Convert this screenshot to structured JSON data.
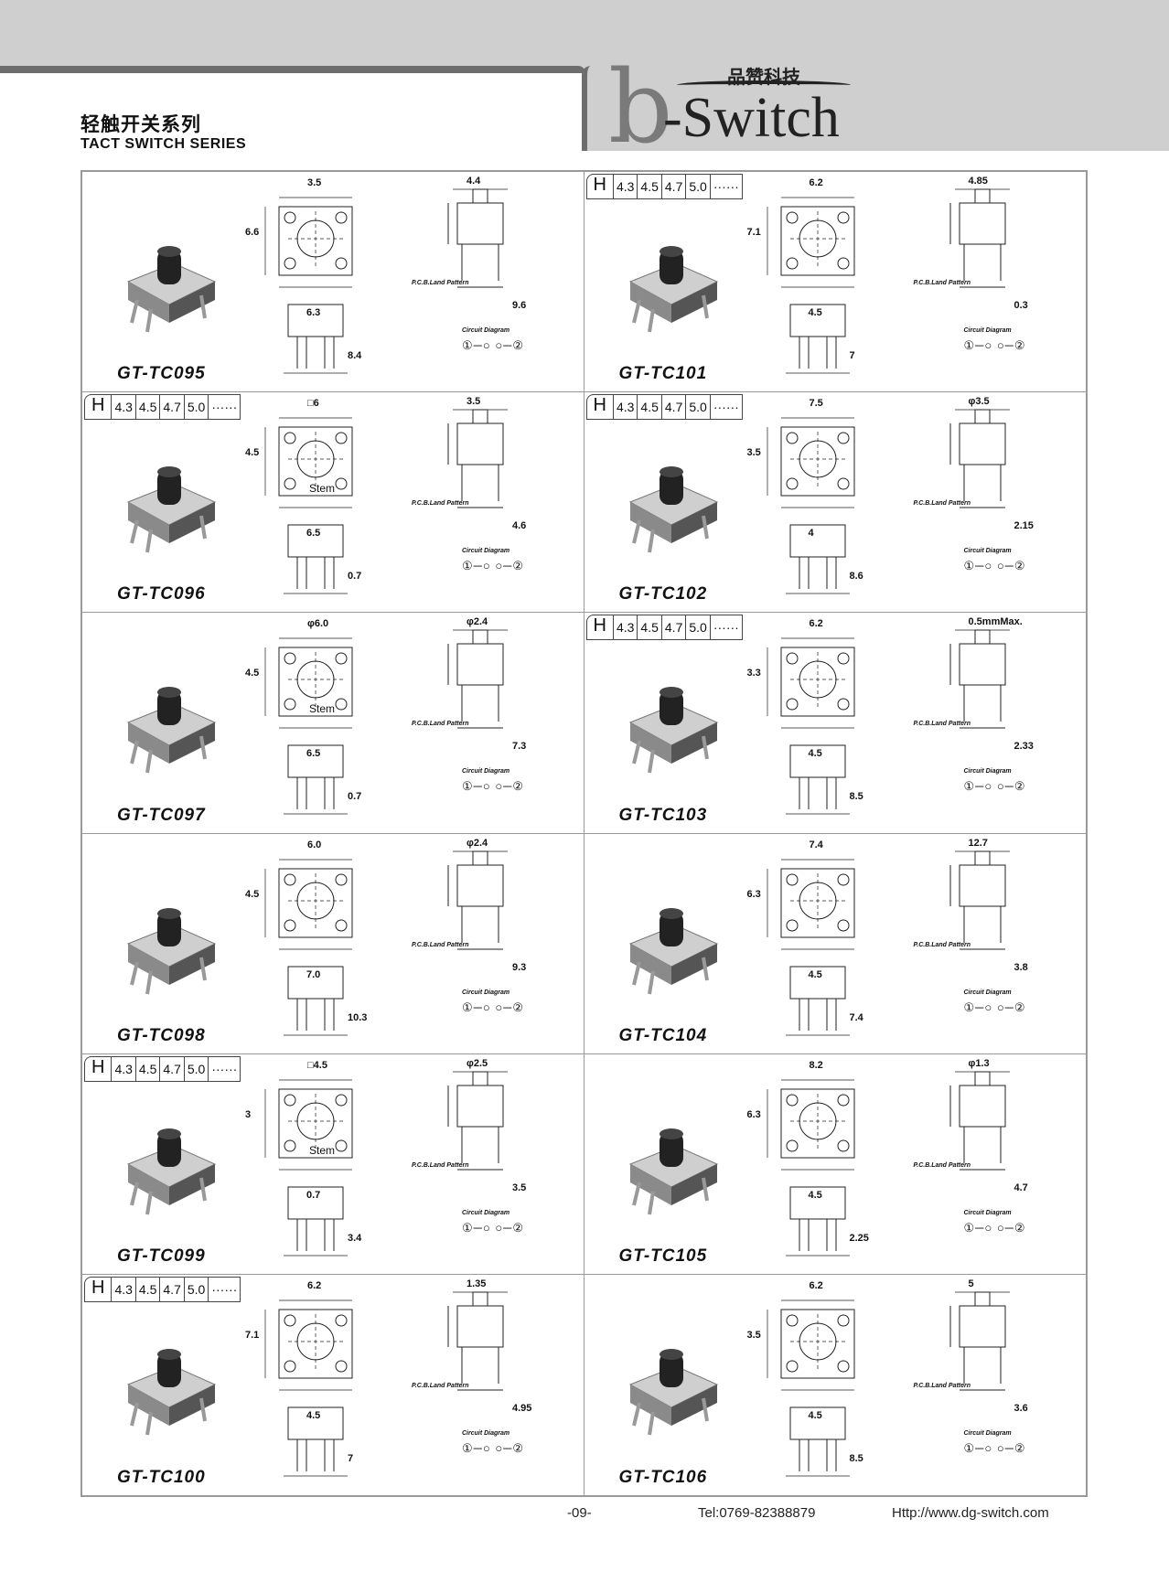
{
  "header": {
    "title_cn": "轻触开关系列",
    "title_en": "TACT SWITCH SERIES",
    "logo_cn": "品赞科技",
    "logo_word": "-Switch",
    "logo_letter": "b"
  },
  "labels": {
    "circuit": "Circuit Diagram",
    "pcb": "P.C.B.Land Pattern",
    "stem": "Stem",
    "circuit_symbol": "①─○ ○─②"
  },
  "h_table": [
    "H",
    "4.3",
    "4.5",
    "4.7",
    "5.0",
    "······"
  ],
  "products": [
    {
      "model": "GT-TC095",
      "h": false,
      "stem": false,
      "dims": [
        "3.5",
        "6.6",
        "6.3",
        "8.4",
        "4.4",
        "9.6"
      ]
    },
    {
      "model": "GT-TC101",
      "h": true,
      "stem": false,
      "dims": [
        "6.2",
        "7.1",
        "4.5",
        "7",
        "4.85",
        "0.3"
      ]
    },
    {
      "model": "GT-TC096",
      "h": true,
      "stem": true,
      "dims": [
        "□6",
        "4.5",
        "6.5",
        "0.7",
        "3.5",
        "4.6"
      ]
    },
    {
      "model": "GT-TC102",
      "h": true,
      "stem": false,
      "dims": [
        "7.5",
        "3.5",
        "4",
        "8.6",
        "φ3.5",
        "2.15"
      ]
    },
    {
      "model": "GT-TC097",
      "h": false,
      "stem": true,
      "dims": [
        "φ6.0",
        "4.5",
        "6.5",
        "0.7",
        "φ2.4",
        "7.3"
      ]
    },
    {
      "model": "GT-TC103",
      "h": true,
      "stem": false,
      "dims": [
        "6.2",
        "3.3",
        "4.5",
        "8.5",
        "0.5mmMax.",
        "2.33"
      ]
    },
    {
      "model": "GT-TC098",
      "h": false,
      "stem": false,
      "dims": [
        "6.0",
        "4.5",
        "7.0",
        "10.3",
        "φ2.4",
        "9.3"
      ]
    },
    {
      "model": "GT-TC104",
      "h": false,
      "stem": false,
      "dims": [
        "7.4",
        "6.3",
        "4.5",
        "7.4",
        "12.7",
        "3.8"
      ]
    },
    {
      "model": "GT-TC099",
      "h": true,
      "stem": true,
      "dims": [
        "□4.5",
        "3",
        "0.7",
        "3.4",
        "φ2.5",
        "3.5"
      ]
    },
    {
      "model": "GT-TC105",
      "h": false,
      "stem": false,
      "dims": [
        "8.2",
        "6.3",
        "4.5",
        "2.25",
        "φ1.3",
        "4.7"
      ]
    },
    {
      "model": "GT-TC100",
      "h": true,
      "stem": false,
      "dims": [
        "6.2",
        "7.1",
        "4.5",
        "7",
        "1.35",
        "4.95"
      ]
    },
    {
      "model": "GT-TC106",
      "h": false,
      "stem": false,
      "dims": [
        "6.2",
        "3.5",
        "4.5",
        "8.5",
        "5",
        "3.6"
      ]
    }
  ],
  "footer": {
    "page": "-09-",
    "tel": "Tel:0769-82388879",
    "url": "Http://www.dg-switch.com"
  }
}
